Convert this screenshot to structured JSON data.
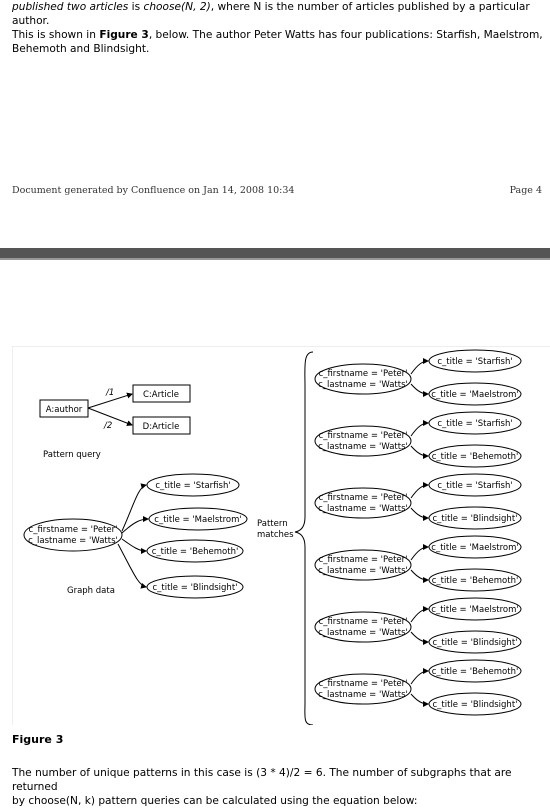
{
  "top_paragraph": {
    "line1_pre": "published two articles",
    "line1_mid": " is ",
    "line1_choose": "choose(N, 2)",
    "line1_post": ", where N is the number of articles published by a particular author.",
    "line2_pre": "This is shown in ",
    "line2_figure": "Figure 3",
    "line2_post": ", below. The author Peter Watts has four publications: Starfish, Maelstrom,",
    "line3": "Behemoth and Blindsight."
  },
  "footer": {
    "left": "Document generated by Confluence on Jan 14, 2008 10:34",
    "right": "Page 4"
  },
  "figure": {
    "pattern_query": {
      "author": "A:author",
      "edge1": "/1",
      "edge2": "/2",
      "article1": "C:Article",
      "article2": "D:Article",
      "label": "Pattern query"
    },
    "graph_data": {
      "person_line1": "c_firstname = 'Peter'",
      "person_line2": "c_lastname = 'Watts'",
      "titles": [
        "c_title = 'Starfish'",
        "c_title = 'Maelstrom'",
        "c_title = 'Behemoth'",
        "c_title = 'Blindsight'"
      ],
      "label": "Graph data"
    },
    "pattern_matches_label_1": "Pattern",
    "pattern_matches_label_2": "matches",
    "matches": [
      {
        "line1": "c_firstname = 'Peter'",
        "line2": "c_lastname = 'Watts'",
        "a": "c_title = 'Starfish'",
        "b": "c_title = 'Maelstrom'"
      },
      {
        "line1": "c_firstname = 'Peter'",
        "line2": "c_lastname = 'Watts'",
        "a": "c_title = 'Starfish'",
        "b": "c_title = 'Behemoth'"
      },
      {
        "line1": "c_firstname = 'Peter'",
        "line2": "c_lastname = 'Watts'",
        "a": "c_title = 'Starfish'",
        "b": "c_title = 'Blindsight'"
      },
      {
        "line1": "c_firstname = 'Peter'",
        "line2": "c_lastname = 'Watts'",
        "a": "c_title = 'Maelstrom'",
        "b": "c_title = 'Behemoth'"
      },
      {
        "line1": "c_firstname = 'Peter'",
        "line2": "c_lastname = 'Watts'",
        "a": "c_title = 'Maelstrom'",
        "b": "c_title = 'Blindsight'"
      },
      {
        "line1": "c_firstname = 'Peter'",
        "line2": "c_lastname = 'Watts'",
        "a": "c_title = 'Behemoth'",
        "b": "c_title = 'Blindsight'"
      }
    ]
  },
  "caption": "Figure 3",
  "bottom_paragraph": {
    "line1": "The number of unique patterns in this case is (3 * 4)/2 = 6. The number of subgraphs that are returned",
    "line2": "by choose(N, k) pattern queries can be calculated using the equation below:"
  }
}
